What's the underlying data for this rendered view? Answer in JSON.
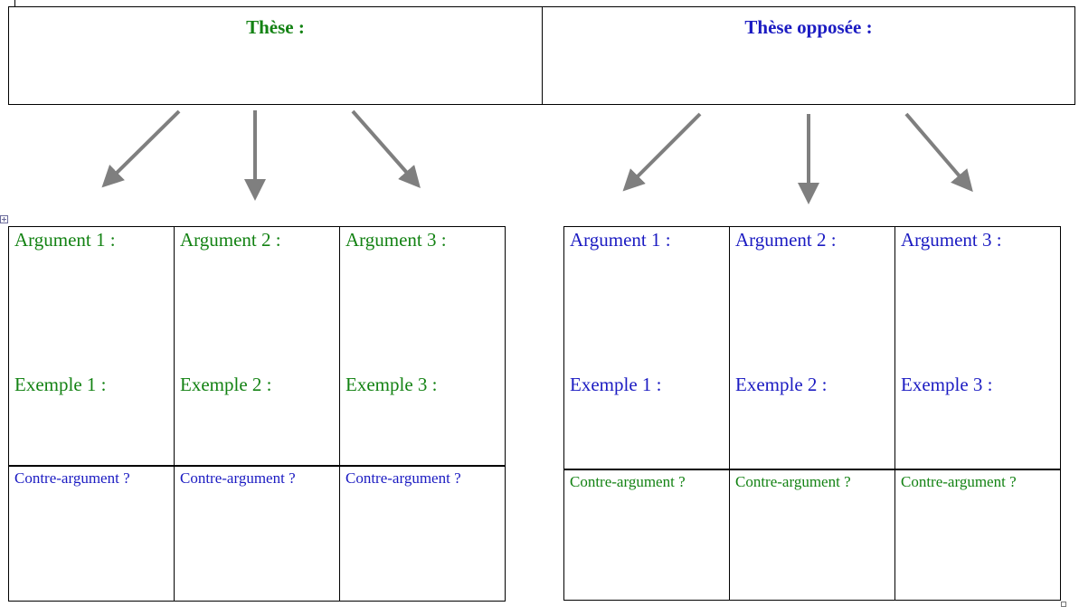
{
  "thesis": {
    "title": "Thèse :"
  },
  "opposing_thesis": {
    "title": "Thèse opposée :"
  },
  "left_grid": {
    "columns": [
      {
        "argument": "Argument 1 :",
        "example": "Exemple  1 :",
        "counter": "Contre-argument ?"
      },
      {
        "argument": "Argument 2 :",
        "example": "Exemple  2 :",
        "counter": "Contre-argument ?"
      },
      {
        "argument": "Argument 3 :",
        "example": "Exemple  3 :",
        "counter": "Contre-argument ?"
      }
    ]
  },
  "right_grid": {
    "columns": [
      {
        "argument": "Argument 1 :",
        "example": "Exemple  1 :",
        "counter": "Contre-argument ?"
      },
      {
        "argument": "Argument 2 :",
        "example": "Exemple  2 :",
        "counter": "Contre-argument ?"
      },
      {
        "argument": "Argument 3 :",
        "example": "Exemple  3 :",
        "counter": "Contre-argument ?"
      }
    ]
  },
  "colors": {
    "green": "#138213",
    "blue": "#1b1bc2",
    "arrow": "#7f7f7f"
  }
}
